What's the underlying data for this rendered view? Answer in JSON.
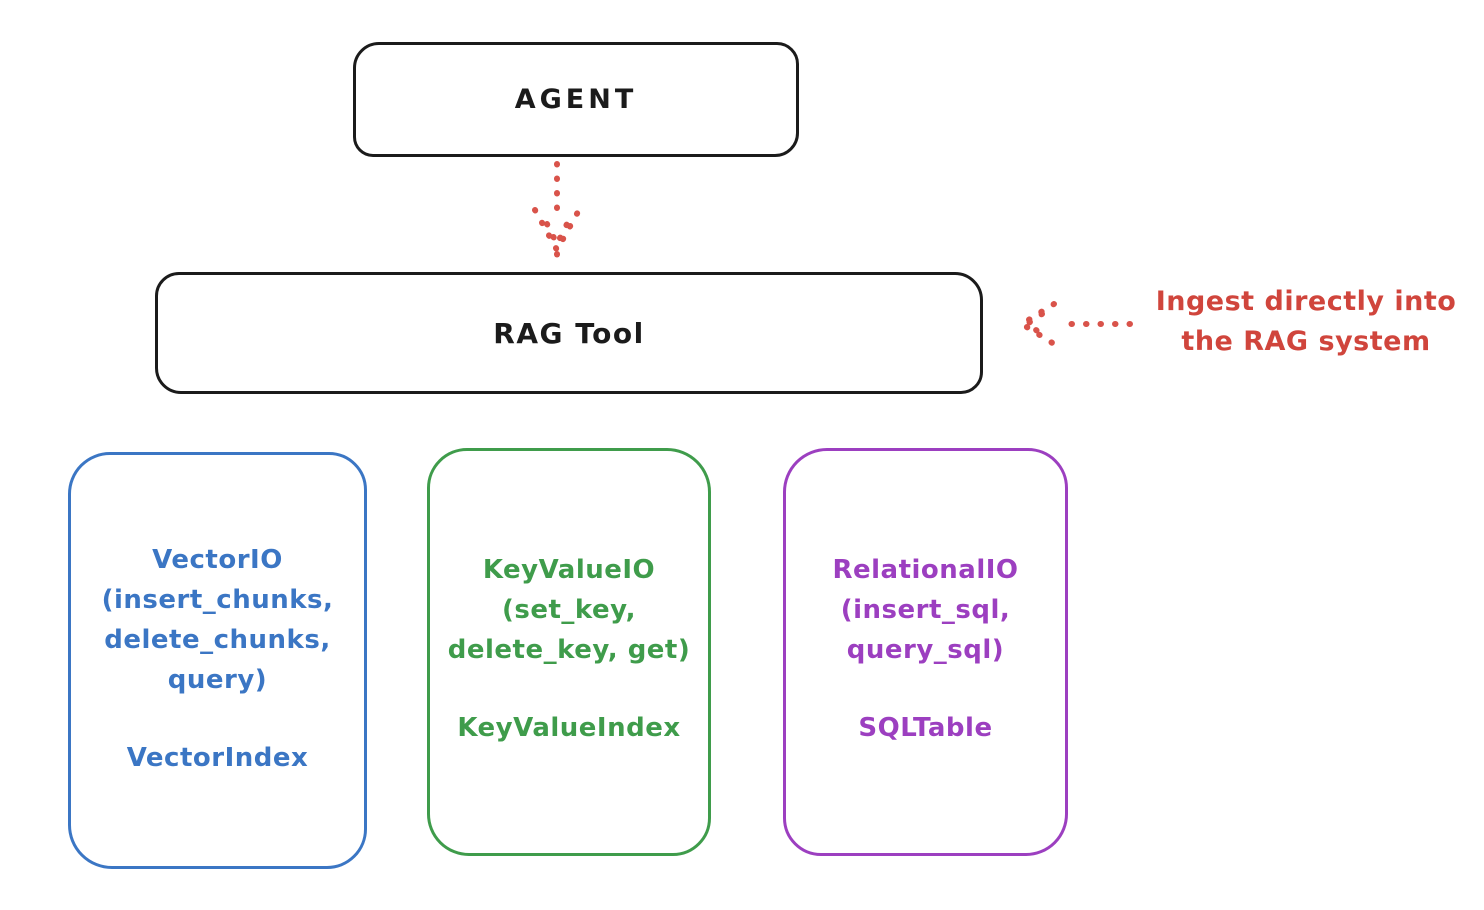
{
  "diagram": {
    "agent": {
      "label": "AGENT"
    },
    "rag_tool": {
      "label": "RAG Tool"
    },
    "annotation": {
      "lines": [
        "Ingest directly into",
        "the RAG system"
      ],
      "color": "#d0453c"
    },
    "arrows": {
      "agent_to_rag": "dotted-down-arrow",
      "annotation_to_rag": "dotted-left-arrow",
      "color": "#d9534a"
    },
    "boxes": [
      {
        "id": "vector-io",
        "color": "#3b76c4",
        "lines": [
          "VectorIO",
          "(insert_chunks,",
          "delete_chunks,",
          "query)"
        ],
        "index_label": "VectorIndex"
      },
      {
        "id": "keyvalue-io",
        "color": "#3f9c4b",
        "lines": [
          "KeyValueIO",
          "(set_key,",
          "delete_key, get)"
        ],
        "index_label": "KeyValueIndex"
      },
      {
        "id": "relational-io",
        "color": "#9c3fc0",
        "lines": [
          "RelationalIO",
          "(insert_sql,",
          "query_sql)"
        ],
        "index_label": "SQLTable"
      }
    ],
    "colors": {
      "stroke": "#1b1b1b",
      "background": "#ffffff"
    }
  }
}
